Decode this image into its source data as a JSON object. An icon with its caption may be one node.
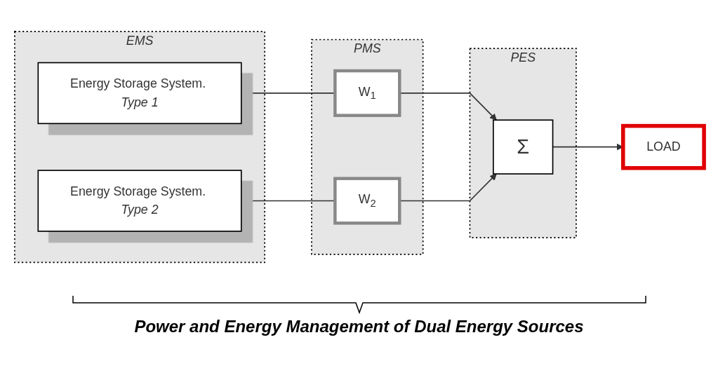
{
  "diagram": {
    "caption": "Power and Energy Management of Dual Energy Sources",
    "nodes": [
      {
        "text": [
          "EMS"
        ]
      },
      {
        "text": [
          "Energy Storage System. *Type 1*"
        ],
        "in": 0
      },
      {
        "text": [
          "Energy Storage System. *Type 2*"
        ],
        "in": 0
      },
      {
        "text": [
          "PMS"
        ]
      },
      {
        "text": [
          "W$_{1}$"
        ],
        "in": 3
      },
      {
        "text": [
          "W$_{2}$"
        ],
        "in": 3
      },
      {
        "text": [
          "PES"
        ]
      },
      {
        "text": [
          "Σ"
        ],
        "in": 6
      },
      {
        "text": [
          "LOAD"
        ]
      }
    ],
    "edges": [
      {
        "from": 1,
        "to": 4,
        "arrow": "none"
      },
      {
        "from": 4,
        "to": 7,
        "arrow": "to"
      },
      {
        "from": 2,
        "to": 5,
        "arrow": "none"
      },
      {
        "from": 5,
        "to": 7,
        "arrow": "to"
      },
      {
        "from": 7,
        "to": 8,
        "arrow": "to"
      }
    ]
  }
}
